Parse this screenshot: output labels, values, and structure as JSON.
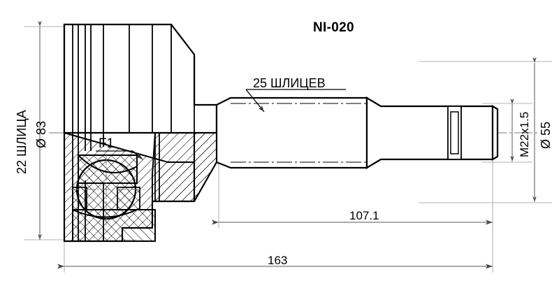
{
  "drawing": {
    "title": "NI-020",
    "type": "cv-joint-technical-drawing",
    "labels": {
      "hub_splines": "22 ШЛИЦА",
      "hub_diameter": "Ø 83",
      "shaft_splines": "25 ШЛИЦЕВ",
      "detail_marker": "F1",
      "thread_spec": "M22x1.5",
      "flange_diameter": "Ø 55"
    },
    "dimensions": {
      "shaft_length": "107.1",
      "overall_length": "163"
    },
    "colors": {
      "line": "#000000",
      "dimension_line": "#555555",
      "hatch": "#000000",
      "background": "#ffffff"
    }
  }
}
